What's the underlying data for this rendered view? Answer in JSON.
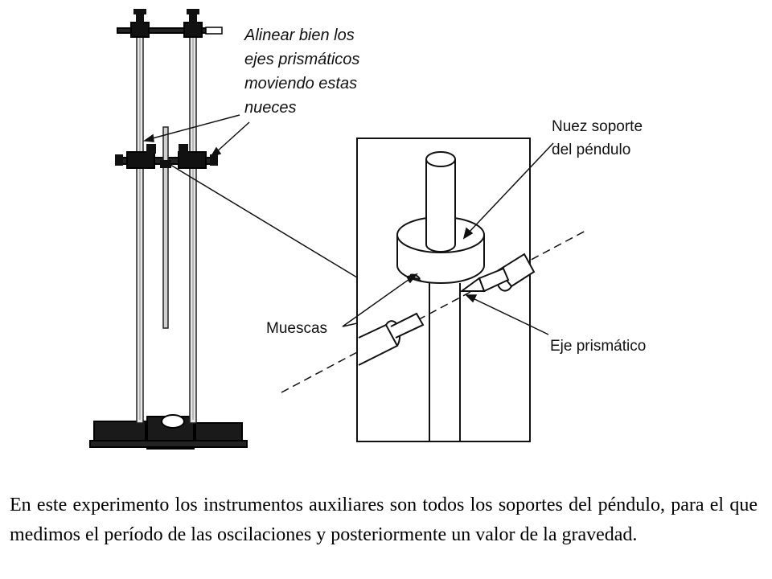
{
  "annotations": {
    "nut_instruction": [
      "Alinear bien los",
      "ejes prismáticos",
      "moviendo estas",
      "nueces"
    ],
    "pendulum_nut": [
      "Nuez soporte",
      "del péndulo"
    ],
    "notches": "Muescas",
    "prismatic_axis": "Eje prismático"
  },
  "caption": "En este experimento los instrumentos auxiliares son todos los soportes del péndulo, para el que medimos el período de las oscilaciones y posteriormente un valor de la gravedad."
}
